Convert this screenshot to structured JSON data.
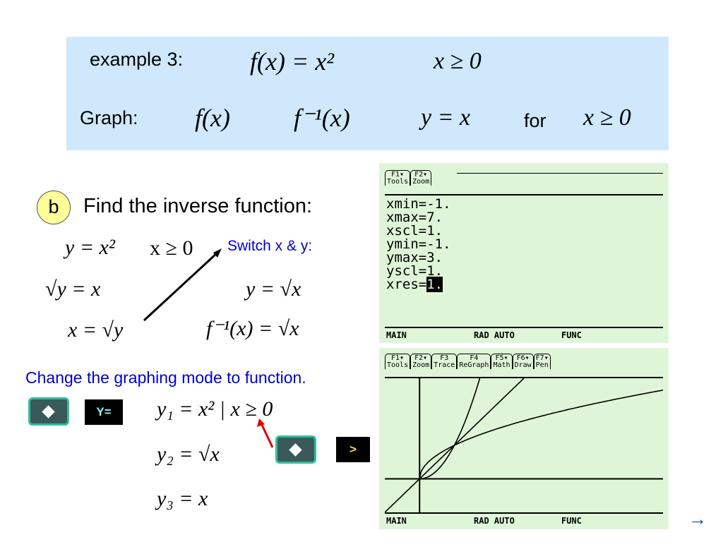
{
  "header": {
    "example_label": "example 3:",
    "function_def": "f(x) = x²",
    "domain": "x ≥ 0",
    "graph_label": "Graph:",
    "graph_f": "f(x)",
    "graph_finv": "f⁻¹(x)",
    "graph_line": "y = x",
    "for_label": "for",
    "graph_domain": "x ≥ 0"
  },
  "part_b": {
    "badge": "b",
    "title": "Find the inverse function:",
    "eq1": "y = x²",
    "eq1_domain": "x ≥ 0",
    "switch_note": "Switch x & y:",
    "eq2": "√y = x",
    "eq3": "x = √y",
    "eq4": "y = √x",
    "eq5": "f⁻¹(x) = √x"
  },
  "mode_note": "Change the graphing mode to function.",
  "keys": {
    "diamond_icon": "diamond-icon",
    "y_equals": "Y=",
    "greater": ">"
  },
  "equations": {
    "y1": "y₁ = x² | x ≥ 0",
    "y2": "y₂ = √x",
    "y3": "y₃ = x"
  },
  "window_screen": {
    "tabs": [
      {
        "key": "F1▾",
        "label": "Tools"
      },
      {
        "key": "F2▾",
        "label": "Zoom"
      }
    ],
    "lines": [
      "xmin=-1.",
      "xmax=7.",
      "xscl=1.",
      "ymin=-1.",
      "ymax=3.",
      "yscl=1.",
      "xres="
    ],
    "xres_value": "1.",
    "status": [
      "MAIN",
      "RAD AUTO",
      "FUNC"
    ]
  },
  "graph_screen": {
    "tabs": [
      {
        "key": "F1▾",
        "label": "Tools"
      },
      {
        "key": "F2▾",
        "label": "Zoom"
      },
      {
        "key": "F3",
        "label": "Trace"
      },
      {
        "key": "F4",
        "label": "ReGraph"
      },
      {
        "key": "F5▾",
        "label": "Math"
      },
      {
        "key": "F6▾",
        "label": "Draw"
      },
      {
        "key": "F7▾",
        "label": "Pen"
      }
    ],
    "status": [
      "MAIN",
      "RAD AUTO",
      "FUNC"
    ],
    "xmin": -1,
    "xmax": 7,
    "ymin": -1,
    "ymax": 3
  },
  "nav_arrow": "→",
  "colors": {
    "header_bg": "#cfe8fb",
    "lcd_bg": "#dff5d8",
    "blue_text": "#0000cc",
    "accent_key": "#2fc09a",
    "badge": "#ffff99"
  }
}
